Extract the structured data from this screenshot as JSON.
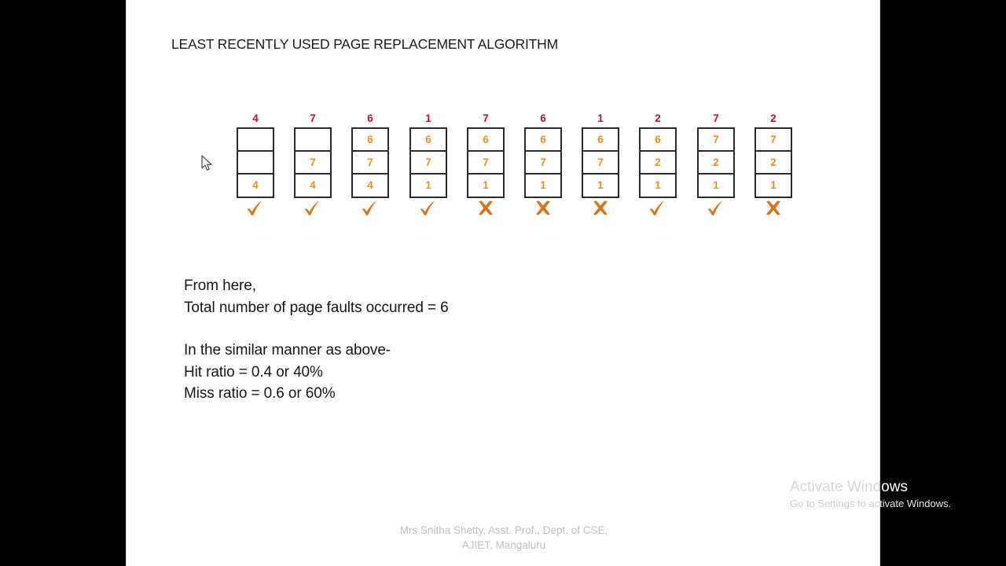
{
  "slide": {
    "title": "LEAST RECENTLY USED PAGE REPLACEMENT ALGORITHM",
    "background_color": "#ffffff",
    "letterbox_color": "#000000"
  },
  "colors": {
    "reference_string": "#b4103a",
    "frame_value": "#e8921c",
    "mark": "#d4761a",
    "border": "#2b2b2b",
    "body_text": "#161616",
    "footer_text": "#bfbfbf"
  },
  "diagram": {
    "type": "lru-page-replacement-trace",
    "frame_count": 3,
    "reference_string": [
      "4",
      "7",
      "6",
      "1",
      "7",
      "6",
      "1",
      "2",
      "7",
      "2"
    ],
    "columns": [
      {
        "ref": "4",
        "frames": [
          "",
          "",
          "4"
        ],
        "mark": "check",
        "mark_label": "fault"
      },
      {
        "ref": "7",
        "frames": [
          "",
          "7",
          "4"
        ],
        "mark": "check",
        "mark_label": "fault"
      },
      {
        "ref": "6",
        "frames": [
          "6",
          "7",
          "4"
        ],
        "mark": "check",
        "mark_label": "fault"
      },
      {
        "ref": "1",
        "frames": [
          "6",
          "7",
          "1"
        ],
        "mark": "check",
        "mark_label": "fault"
      },
      {
        "ref": "7",
        "frames": [
          "6",
          "7",
          "1"
        ],
        "mark": "cross",
        "mark_label": "hit"
      },
      {
        "ref": "6",
        "frames": [
          "6",
          "7",
          "1"
        ],
        "mark": "cross",
        "mark_label": "hit"
      },
      {
        "ref": "1",
        "frames": [
          "6",
          "7",
          "1"
        ],
        "mark": "cross",
        "mark_label": "hit"
      },
      {
        "ref": "2",
        "frames": [
          "6",
          "2",
          "1"
        ],
        "mark": "check",
        "mark_label": "fault"
      },
      {
        "ref": "7",
        "frames": [
          "7",
          "2",
          "1"
        ],
        "mark": "check",
        "mark_label": "fault"
      },
      {
        "ref": "2",
        "frames": [
          "7",
          "2",
          "1"
        ],
        "mark": "cross",
        "mark_label": "hit"
      }
    ]
  },
  "body": {
    "lines": [
      "From here,",
      "Total number of page faults occurred = 6",
      "",
      "In the similar manner as above-",
      "Hit ratio = 0.4 or 40%",
      "Miss ratio = 0.6 or 60%"
    ],
    "page_faults": "6",
    "hit_ratio": "0.4 or 40%",
    "miss_ratio": "0.6 or 60%"
  },
  "footer": {
    "line1": "Mrs Snitha Shetty, Asst. Prof., Dept. of CSE,",
    "line2": "AJIET,  Mangaluru"
  },
  "watermark": {
    "title": "Activate Windows",
    "subtitle": "Go to Settings to activate Windows."
  }
}
